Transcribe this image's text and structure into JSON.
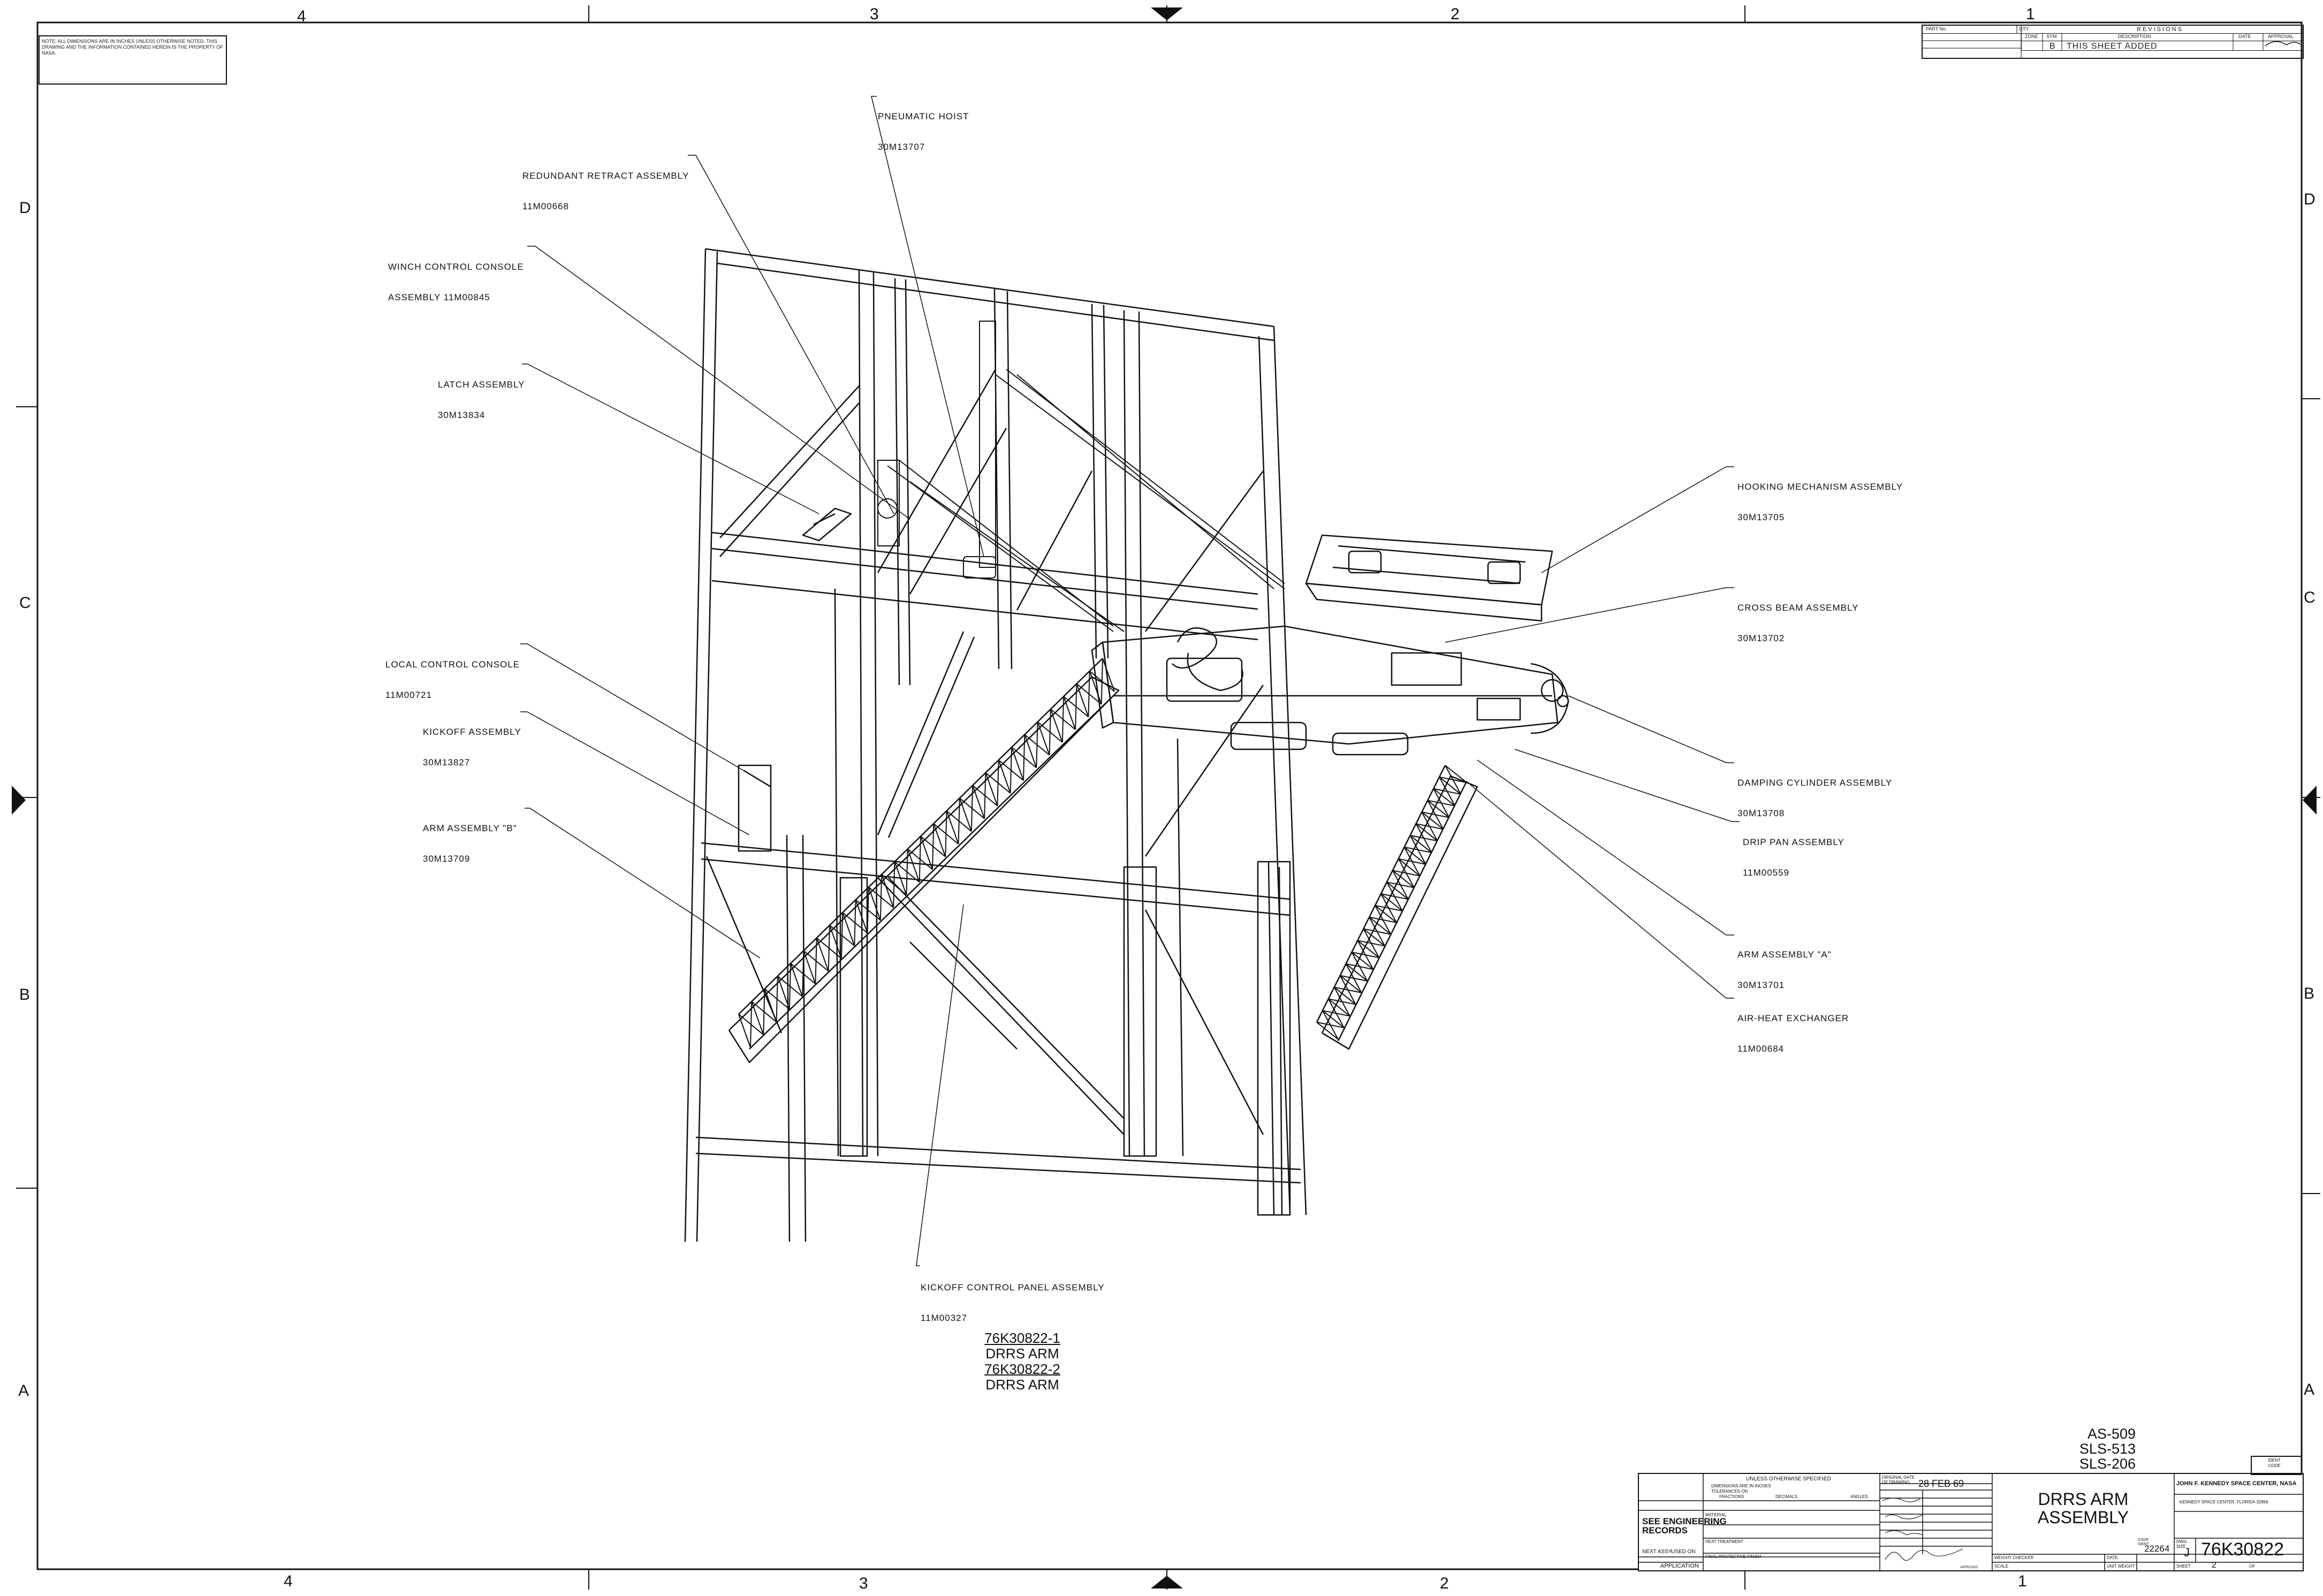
{
  "border": {
    "top_zones": [
      "4",
      "3",
      "2",
      "1"
    ],
    "bottom_zones": [
      "4",
      "3",
      "2",
      "1"
    ],
    "left_rows": [
      "D",
      "C",
      "B",
      "A"
    ],
    "right_rows": [
      "D",
      "C",
      "B",
      "A"
    ]
  },
  "revisions": {
    "part_no_label": "PART No.",
    "qty_label": "QTY",
    "header": "REVISIONS",
    "columns": [
      "ZONE",
      "SYM",
      "DESCRIPTION",
      "DATE",
      "APPROVAL"
    ],
    "rows": [
      {
        "zone": "",
        "sym": "B",
        "description": "THIS SHEET ADDED",
        "date": "",
        "approval": ""
      }
    ]
  },
  "callouts": [
    {
      "id": "pneumatic-hoist",
      "name": "PNEUMATIC HOIST",
      "number": "30M13707"
    },
    {
      "id": "redundant-retract",
      "name": "REDUNDANT RETRACT ASSEMBLY",
      "number": "11M00668"
    },
    {
      "id": "winch-control",
      "name": "WINCH CONTROL CONSOLE",
      "number": "ASSEMBLY 11M00845"
    },
    {
      "id": "latch",
      "name": "LATCH ASSEMBLY",
      "number": "30M13834"
    },
    {
      "id": "local-control",
      "name": "LOCAL CONTROL CONSOLE",
      "number": "11M00721"
    },
    {
      "id": "kickoff",
      "name": "KICKOFF ASSEMBLY",
      "number": "30M13827"
    },
    {
      "id": "arm-b",
      "name": "ARM ASSEMBLY \"B\"",
      "number": "30M13709"
    },
    {
      "id": "hooking",
      "name": "HOOKING MECHANISM ASSEMBLY",
      "number": "30M13705"
    },
    {
      "id": "cross-beam",
      "name": "CROSS BEAM ASSEMBLY",
      "number": "30M13702"
    },
    {
      "id": "damping",
      "name": "DAMPING CYLINDER ASSEMBLY",
      "number": "30M13708"
    },
    {
      "id": "drip-pan",
      "name": "DRIP PAN ASSEMBLY",
      "number": "11M00559"
    },
    {
      "id": "arm-a",
      "name": "ARM ASSEMBLY \"A\"",
      "number": "30M13701"
    },
    {
      "id": "air-heat",
      "name": "AIR-HEAT EXCHANGER",
      "number": "11M00684"
    },
    {
      "id": "kickoff-panel",
      "name": "KICKOFF CONTROL PANEL ASSEMBLY",
      "number": "11M00327"
    }
  ],
  "assembly_list": [
    "76K30822-1",
    "DRRS ARM",
    "76K30822-2",
    "DRRS ARM"
  ],
  "effectivity": [
    "AS-509",
    "SLS-513",
    "SLS-206"
  ],
  "title_block": {
    "see_records": "SEE ENGINEERING\nRECORDS",
    "next_assy": "NEXT ASSY",
    "used_on": "USED ON",
    "application": "APPLICATION",
    "unless_specified": "UNLESS OTHERWISE SPECIFIED",
    "dimensions_note": "DIMENSIONS ARE IN INCHES",
    "tolerances": "TOLERANCES ON",
    "fractions": "FRACTIONS",
    "decimals": "DECIMALS",
    "angles": "ANGLES",
    "material": "MATERIAL",
    "heat_treatment": "HEAT TREATMENT",
    "final_finish": "FINAL PROTECTIVE FINISH",
    "original_date_label": "ORIGINAL DATE\nOF DRAWING",
    "original_date": "28 FEB 69",
    "drawing_title": "DRRS ARM\nASSEMBLY",
    "agency": "JOHN F. KENNEDY SPACE CENTER, NASA",
    "location": "KENNEDY SPACE CENTER, FLORIDA 32899",
    "size_label": "DWG\nSIZE",
    "size": "J",
    "code": "22264",
    "drawing_number": "76K30822",
    "sheet_label": "SHEET",
    "sheet": "2",
    "of_label": "OF",
    "scale_label": "SCALE",
    "unit_weight_label": "UNIT WEIGHT",
    "weight_checker": "WEIGHT CHECKER",
    "date_label": "DATE",
    "code_ident_label": "CODE\nIDENT",
    "approved_label": "APPROVED",
    "ident_box": "IDENT\nCODE"
  },
  "corner_note": "NOTE: ALL DIMENSIONS ARE IN INCHES UNLESS OTHERWISE NOTED. THIS DRAWING AND THE INFORMATION CONTAINED HEREIN IS THE PROPERTY OF NASA."
}
